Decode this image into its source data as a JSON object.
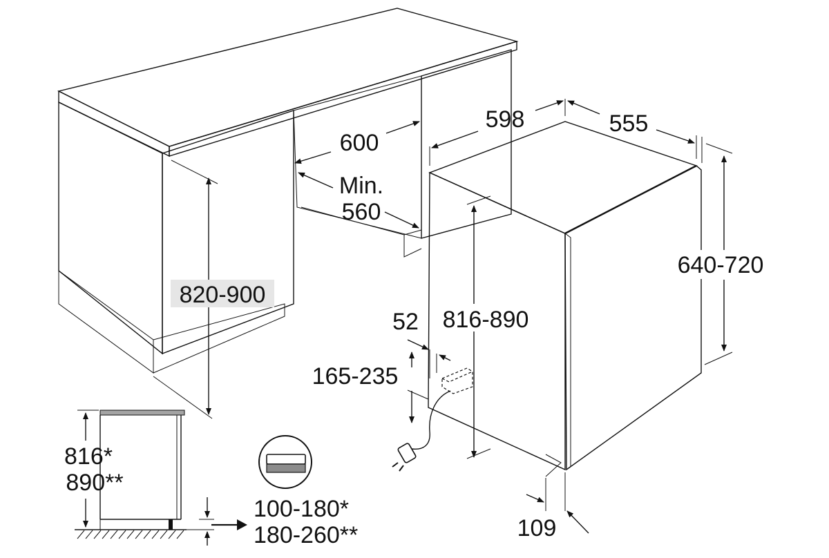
{
  "colors": {
    "worktop_top": "#a4a4a4",
    "worktop_edge": "#8c8c8c",
    "cabinet_face": "#e6e6e6",
    "cabinet_side": "#ffffff",
    "panel": "#e4e4e4",
    "line": "#111111"
  },
  "labels": {
    "niche_width": "600",
    "min_label": "Min.",
    "min_value": "560",
    "cabinet_height": "820-900",
    "appliance_width": "598",
    "appliance_depth": "555",
    "panel_height": "640-720",
    "appliance_height": "816-890",
    "connection_offset": "52",
    "connection_height": "165-235",
    "plinth_depth": "109",
    "side_height_1": "816*",
    "side_height_2": "890**",
    "plinth_range_1": "100-180*",
    "plinth_range_2": "180-260**"
  },
  "icons": {
    "plinth_panel": "plinth-panel-icon",
    "power_plug": "power-plug-icon",
    "arrow": "arrow-right-icon"
  }
}
